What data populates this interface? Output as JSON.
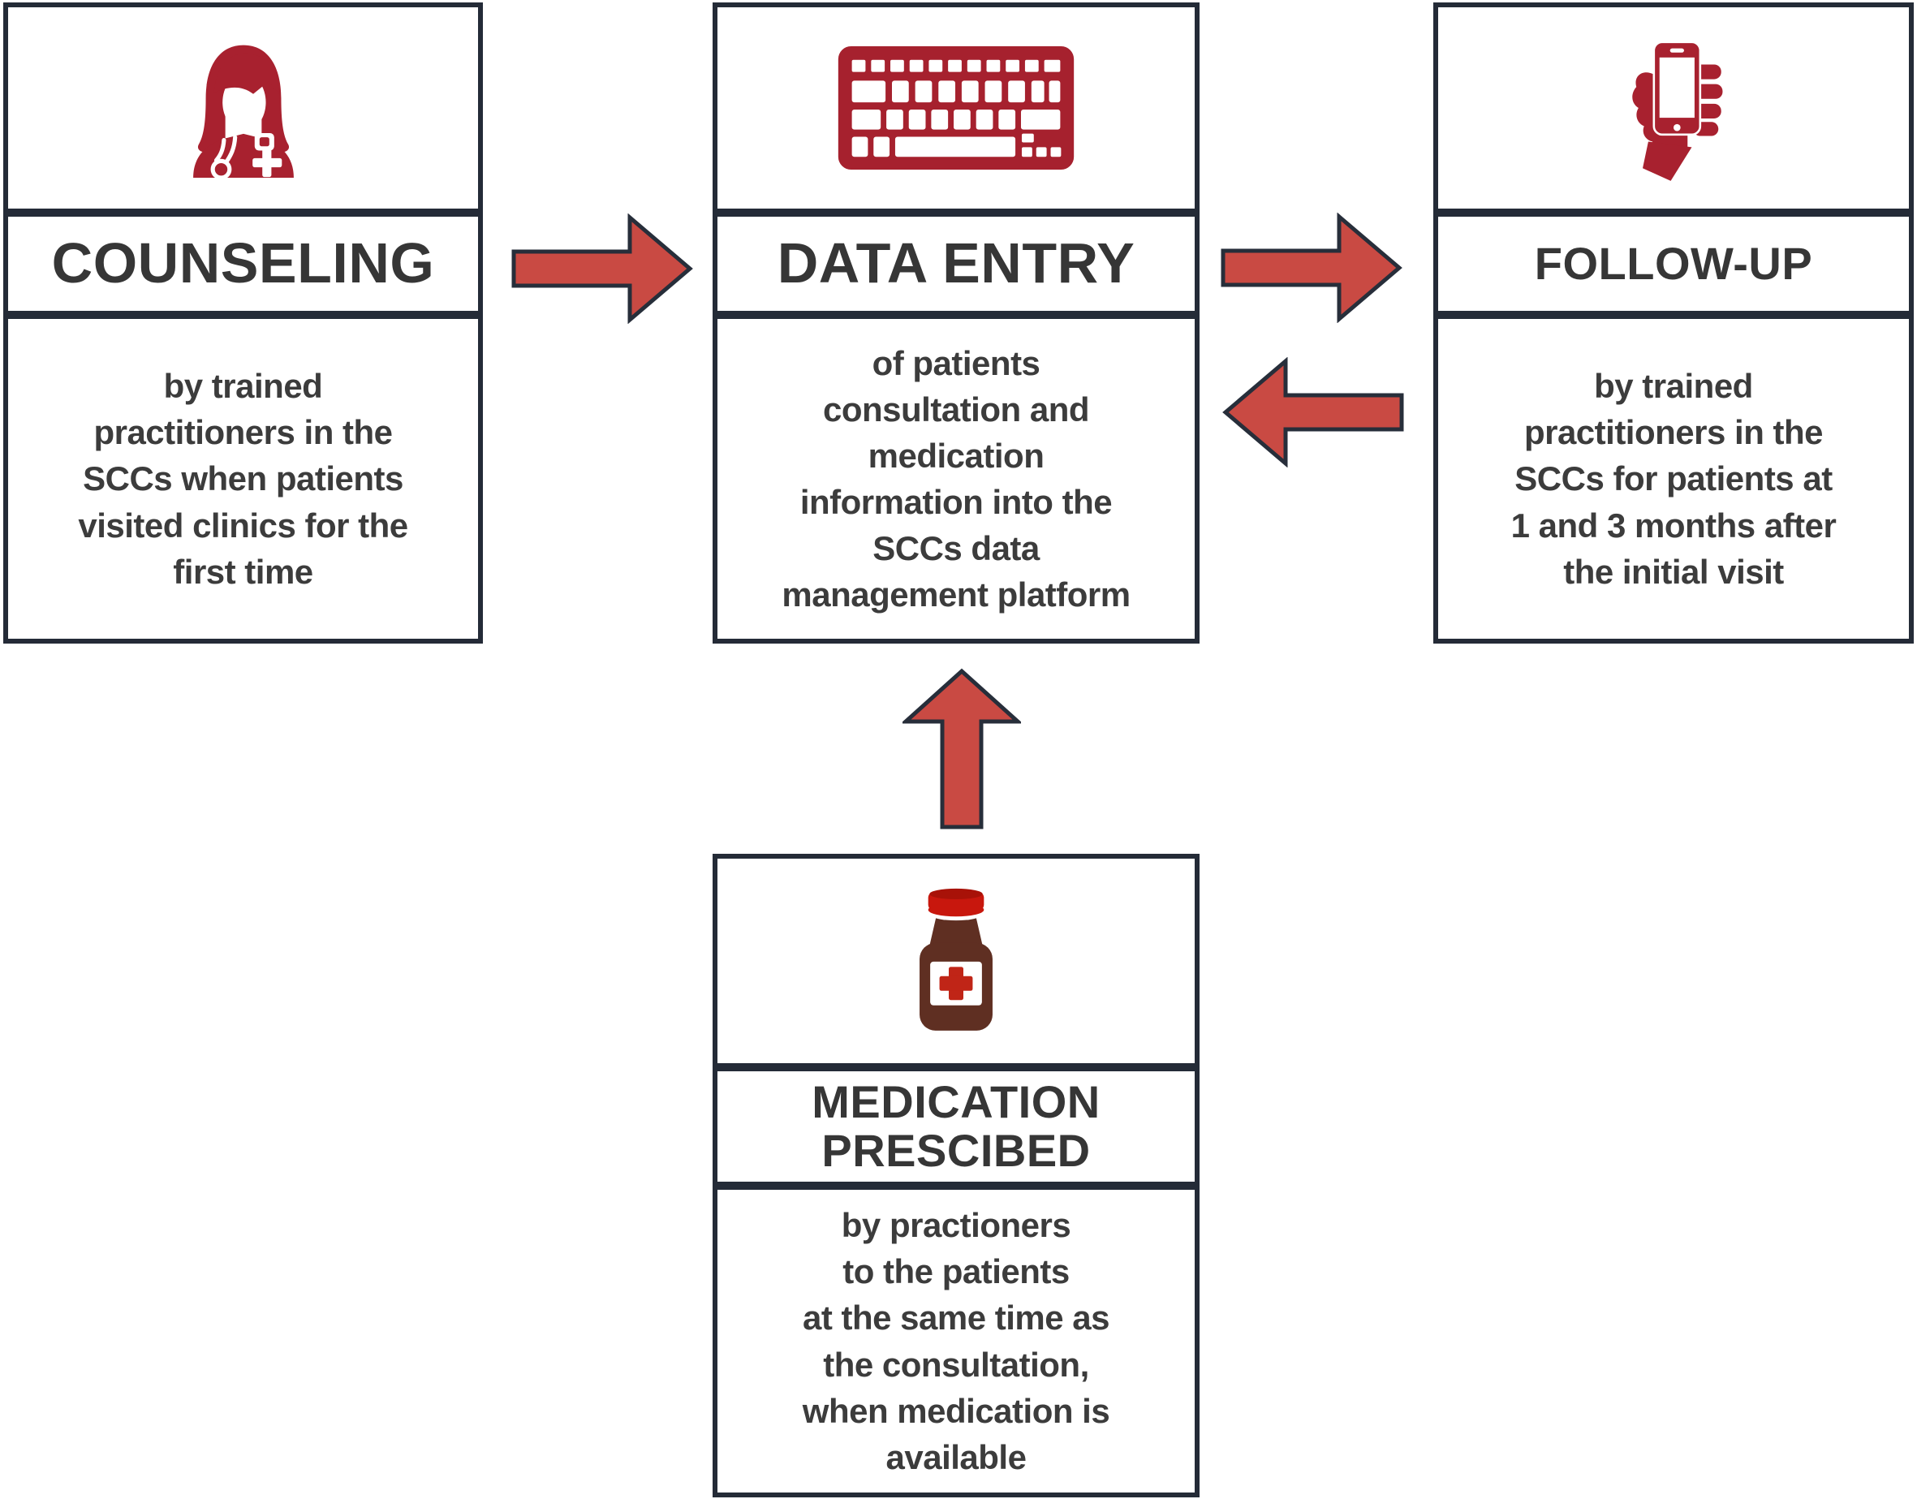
{
  "figure": {
    "type": "flowchart",
    "background": "#ffffff",
    "colors": {
      "box_border": "#242b37",
      "arrow_fill": "#c94a43",
      "arrow_outline": "#272e3a",
      "icon_red": "#a8212f",
      "bottle_brown": "#5f2f22",
      "bottle_cap_red": "#c8170d",
      "cross_red": "#c02517",
      "title_text": "#363636",
      "body_text": "#3c3c3c"
    },
    "boxes": {
      "counseling": {
        "icon": "nurse-icon",
        "title_lines": [
          "COUNSELING"
        ],
        "body_lines": [
          "by trained",
          "practitioners in the",
          "SCCs when patients",
          "visited clinics for the",
          "first time"
        ]
      },
      "data_entry": {
        "icon": "keyboard-icon",
        "title_lines": [
          "DATA ENTRY"
        ],
        "body_lines": [
          "of patients",
          "consultation and",
          "medication",
          "information into the",
          "SCCs data",
          "management platform"
        ]
      },
      "follow_up": {
        "icon": "phone-in-hand-icon",
        "title_lines": [
          "FOLLOW-UP"
        ],
        "body_lines": [
          "by trained",
          "practitioners in the",
          "SCCs for patients at",
          "1 and 3 months after",
          "the initial visit"
        ]
      },
      "medication": {
        "icon": "medicine-bottle-icon",
        "title_lines": [
          "MEDICATION",
          "PRESCIBED"
        ],
        "body_lines": [
          "by practioners",
          "to the patients",
          "at the same time as",
          "the consultation,",
          "when medication is",
          "available"
        ]
      }
    },
    "arrows": [
      {
        "from": "counseling",
        "to": "data_entry",
        "direction": "right"
      },
      {
        "from": "data_entry",
        "to": "follow_up",
        "direction": "right"
      },
      {
        "from": "follow_up",
        "to": "data_entry",
        "direction": "left"
      },
      {
        "from": "medication",
        "to": "data_entry",
        "direction": "up"
      }
    ]
  }
}
